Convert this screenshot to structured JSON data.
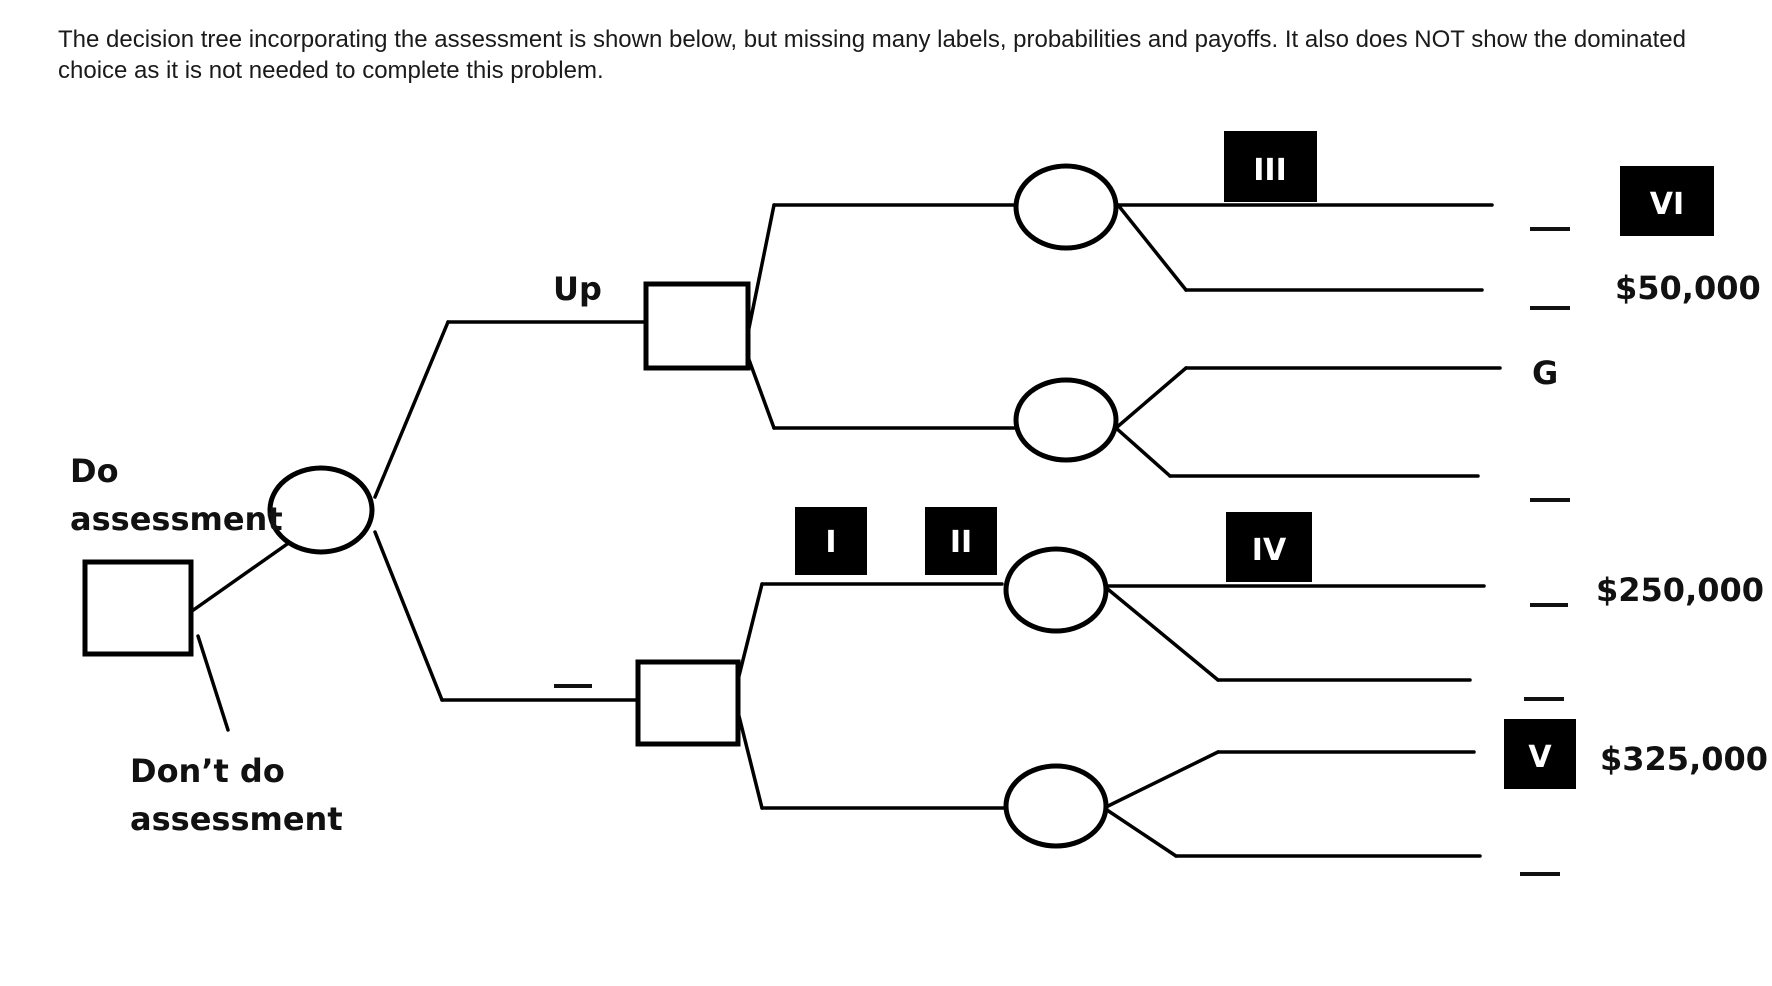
{
  "intro_text": "The decision tree incorporating the assessment is shown below, but missing many labels, probabilities and payoffs.  It also does NOT show the dominated choice as it is not needed to complete this problem.",
  "tree": {
    "root_labels": {
      "do_assessment_line1": "Do",
      "do_assessment_line2": "assessment",
      "dont_do_line1": "Don’t do",
      "dont_do_line2": "assessment"
    },
    "branch_labels": {
      "up": "Up"
    },
    "placeholder_boxes": {
      "I": "I",
      "II": "II",
      "III": "III",
      "IV": "IV",
      "V": "V",
      "VI": "VI"
    },
    "outcome_labels": {
      "g": "G",
      "payoff_50000": "$50,000",
      "payoff_250000": "$250,000",
      "payoff_325000": "$325,000"
    },
    "colors": {
      "line": "#000000",
      "box_fill": "#000000",
      "box_text": "#ffffff"
    }
  }
}
